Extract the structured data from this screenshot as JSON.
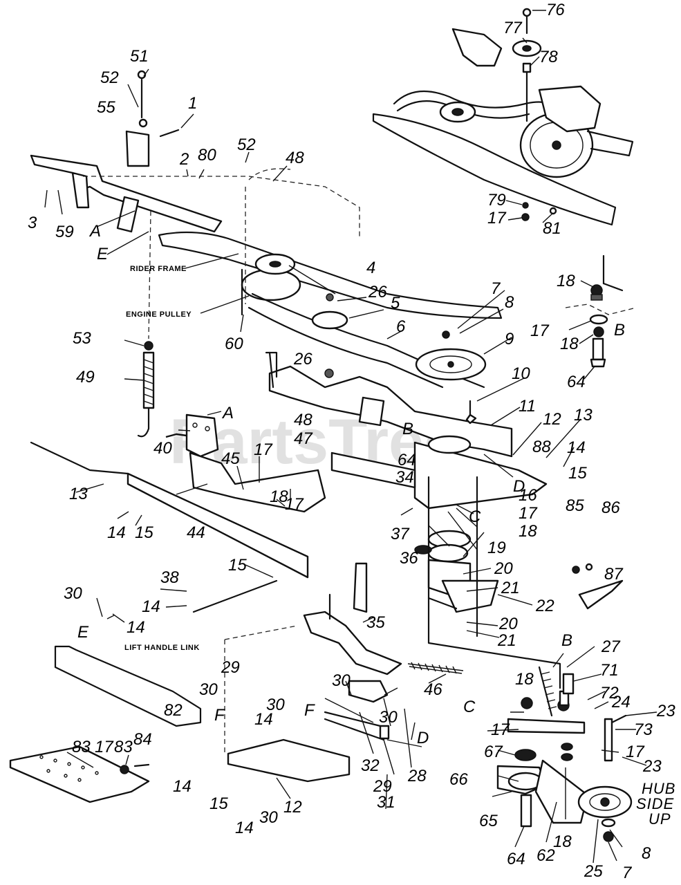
{
  "watermark": "PartsTree",
  "callouts": {
    "c1": "1",
    "c2": "2",
    "c3": "3",
    "c4": "4",
    "c5": "5",
    "c6": "6",
    "c7": "7",
    "c7b": "7",
    "c8": "8",
    "c8b": "8",
    "c9": "9",
    "c10": "10",
    "c11": "11",
    "c12": "12",
    "c12b": "12",
    "c13": "13",
    "c13b": "13",
    "c14a": "14",
    "c14b": "14",
    "c14c": "14",
    "c14d": "14",
    "c14e": "14",
    "c14f": "14",
    "c14g": "14",
    "c15a": "15",
    "c15b": "15",
    "c15c": "15",
    "c15d": "15",
    "c16": "16",
    "c17a": "17",
    "c17b": "17",
    "c17c": "17",
    "c17d": "17",
    "c17e": "17",
    "c17f": "17",
    "c17g": "17",
    "c17h": "17",
    "c18a": "18",
    "c18b": "18",
    "c18c": "18",
    "c18d": "18",
    "c18e": "18",
    "c18f": "18",
    "c19": "19",
    "c20a": "20",
    "c20b": "20",
    "c21a": "21",
    "c21b": "21",
    "c22": "22",
    "c23a": "23",
    "c23b": "23",
    "c24": "24",
    "c25": "25",
    "c26a": "26",
    "c26b": "26",
    "c27": "27",
    "c28": "28",
    "c29a": "29",
    "c29b": "29",
    "c30a": "30",
    "c30b": "30",
    "c30c": "30",
    "c30d": "30",
    "c30e": "30",
    "c30f": "30",
    "c31": "31",
    "c32": "32",
    "c34": "34",
    "c35": "35",
    "c36": "36",
    "c37": "37",
    "c38": "38",
    "c40": "40",
    "c44": "44",
    "c45": "45",
    "c46": "46",
    "c47": "47",
    "c48a": "48",
    "c48b": "48",
    "c49": "49",
    "c51": "51",
    "c52a": "52",
    "c52b": "52",
    "c53": "53",
    "c55": "55",
    "c59": "59",
    "c60": "60",
    "c62": "62",
    "c64a": "64",
    "c64b": "64",
    "c64c": "64",
    "c65": "65",
    "c66": "66",
    "c67": "67",
    "c71": "71",
    "c72": "72",
    "c73": "73",
    "c76": "76",
    "c77": "77",
    "c78": "78",
    "c79": "79",
    "c80": "80",
    "c81": "81",
    "c82": "82",
    "c83a": "83",
    "c83b": "83",
    "c84": "84",
    "c85": "85",
    "c86": "86",
    "c87": "87",
    "c88": "88"
  },
  "letters": {
    "A1": "A",
    "A2": "A",
    "B1": "B",
    "B2": "B",
    "B3": "B",
    "C1": "C",
    "C2": "C",
    "D1": "D",
    "D2": "D",
    "E1": "E",
    "E2": "E",
    "F1": "F",
    "F2": "F"
  },
  "captions": {
    "rider_frame": "RIDER FRAME",
    "engine_pulley": "ENGINE PULLEY",
    "lift_handle_link": "LIFT HANDLE LINK",
    "hub": "HUB",
    "side": "SIDE",
    "up": "UP"
  }
}
